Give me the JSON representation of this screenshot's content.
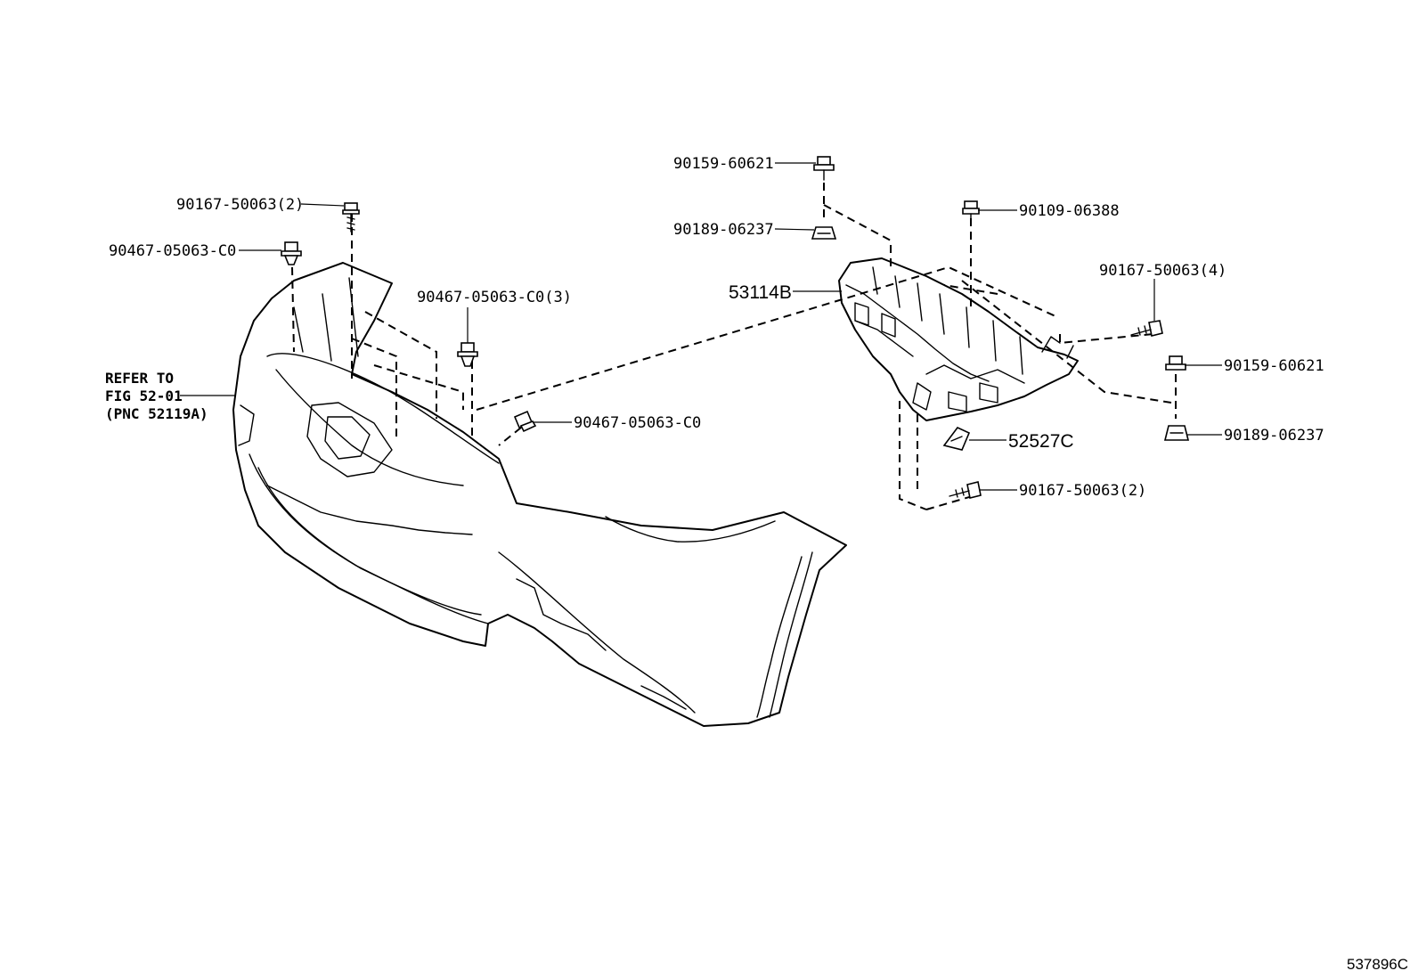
{
  "callouts": {
    "p90167_2_left": "90167-50063(2)",
    "p90467_left": "90467-05063-C0",
    "p90467_3": "90467-05063-C0(3)",
    "p90467_center": "90467-05063-C0",
    "p90159_top": "90159-60621",
    "p90189_top": "90189-06237",
    "p53114B": "53114B",
    "p90109": "90109-06388",
    "p90167_4": "90167-50063(4)",
    "p90159_right": "90159-60621",
    "p90189_right": "90189-06237",
    "p52527C": "52527C",
    "p90167_2_right": "90167-50063(2)"
  },
  "reference_note": {
    "line1": "REFER TO",
    "line2": "FIG 52-01",
    "line3": "(PNC 52119A)"
  },
  "figure_id": "537896C",
  "icons": [
    "bolt-icon",
    "clip-icon",
    "grommet-icon",
    "retainer-icon"
  ]
}
